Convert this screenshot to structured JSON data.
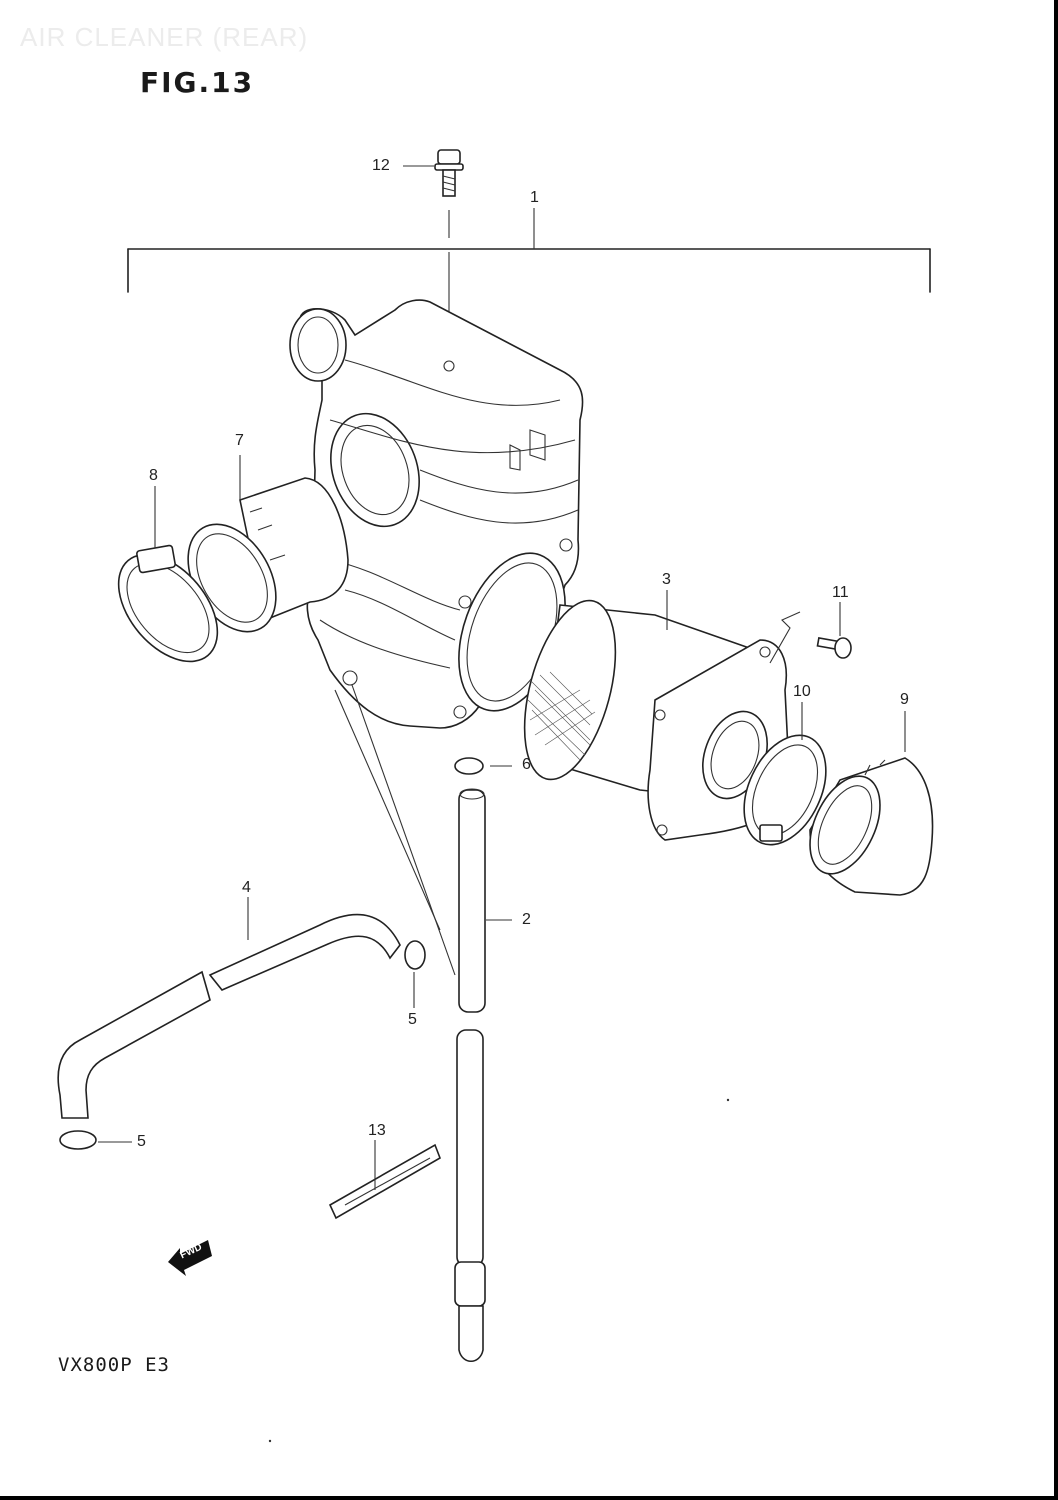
{
  "header": {
    "ghost_title": "AIR CLEANER (REAR)",
    "figure_label": "FIG.13"
  },
  "footer": {
    "model_code": "VX800P E3"
  },
  "callouts": {
    "c1": "1",
    "c2": "2",
    "c3": "3",
    "c4": "4",
    "c5a": "5",
    "c5b": "5",
    "c6": "6",
    "c7": "7",
    "c8": "8",
    "c9": "9",
    "c10": "10",
    "c11": "11",
    "c12": "12",
    "c13": "13"
  },
  "direction_marker": {
    "text": "FWD",
    "icon": "forward-arrow-icon"
  },
  "colors": {
    "ink": "#222222",
    "paper": "#ffffff"
  }
}
